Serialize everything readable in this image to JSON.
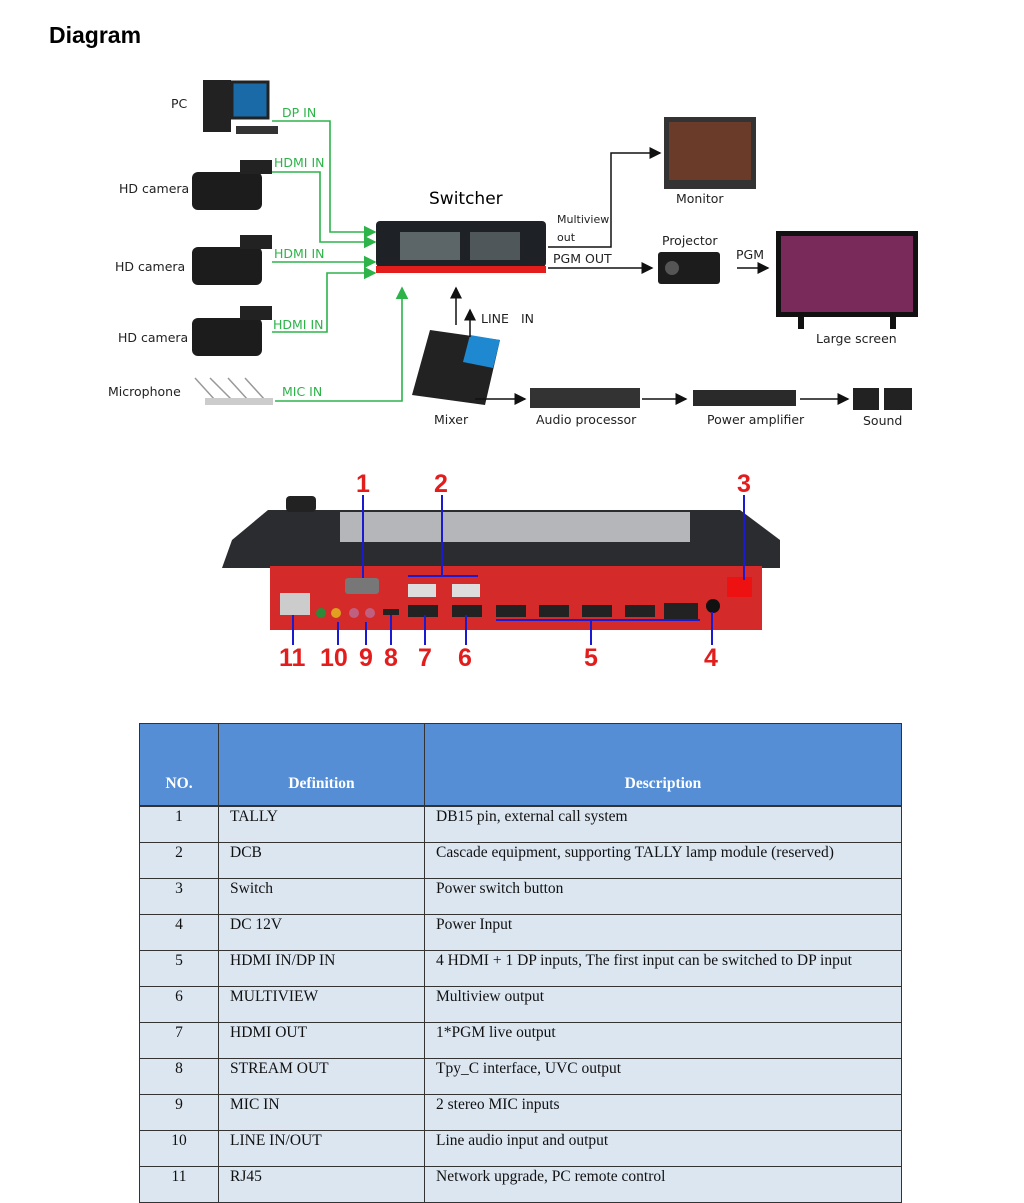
{
  "title": "Diagram",
  "diagram": {
    "sources": [
      "PC",
      "HD camera",
      "HD camera",
      "HD camera",
      "Microphone"
    ],
    "inputs": [
      "DP IN",
      "HDMI IN",
      "HDMI IN",
      "HDMI IN",
      "MIC IN"
    ],
    "switcher": "Switcher",
    "multiview_out": [
      "Multiview",
      "out"
    ],
    "pgm_out": "PGM OUT",
    "monitor": "Monitor",
    "projector": "Projector",
    "pgm": "PGM",
    "large_screen": "Large screen",
    "line_in": [
      "LINE",
      "IN"
    ],
    "mixer": "Mixer",
    "audio_processor": "Audio processor",
    "power_amplifier": "Power amplifier",
    "sound": "Sound",
    "input_line_color": "#2db34a"
  },
  "device": {
    "callouts": [
      "1",
      "2",
      "3",
      "4",
      "5",
      "6",
      "7",
      "8",
      "9",
      "10",
      "11"
    ],
    "callout_color": "#e31c1c",
    "leader_color": "#1a1ad0"
  },
  "table": {
    "headers": [
      "NO.",
      "Definition",
      "Description"
    ],
    "rows": [
      [
        "1",
        "TALLY",
        "DB15 pin, external call system"
      ],
      [
        "2",
        "DCB",
        "Cascade equipment, supporting TALLY lamp module (reserved)"
      ],
      [
        "3",
        "Switch",
        "Power switch button"
      ],
      [
        "4",
        "DC 12V",
        "Power Input"
      ],
      [
        "5",
        "HDMI IN/DP IN",
        "4 HDMI + 1 DP inputs, The first input can be switched to DP input"
      ],
      [
        "6",
        "MULTIVIEW",
        "Multiview output"
      ],
      [
        "7",
        "HDMI OUT",
        "1*PGM live output"
      ],
      [
        "8",
        "STREAM OUT",
        "Tpy_C interface, UVC output"
      ],
      [
        "9",
        "MIC IN",
        "2 stereo MIC inputs"
      ],
      [
        "10",
        "LINE IN/OUT",
        "Line audio input and output"
      ],
      [
        "11",
        "RJ45",
        "Network upgrade, PC remote control"
      ]
    ]
  }
}
